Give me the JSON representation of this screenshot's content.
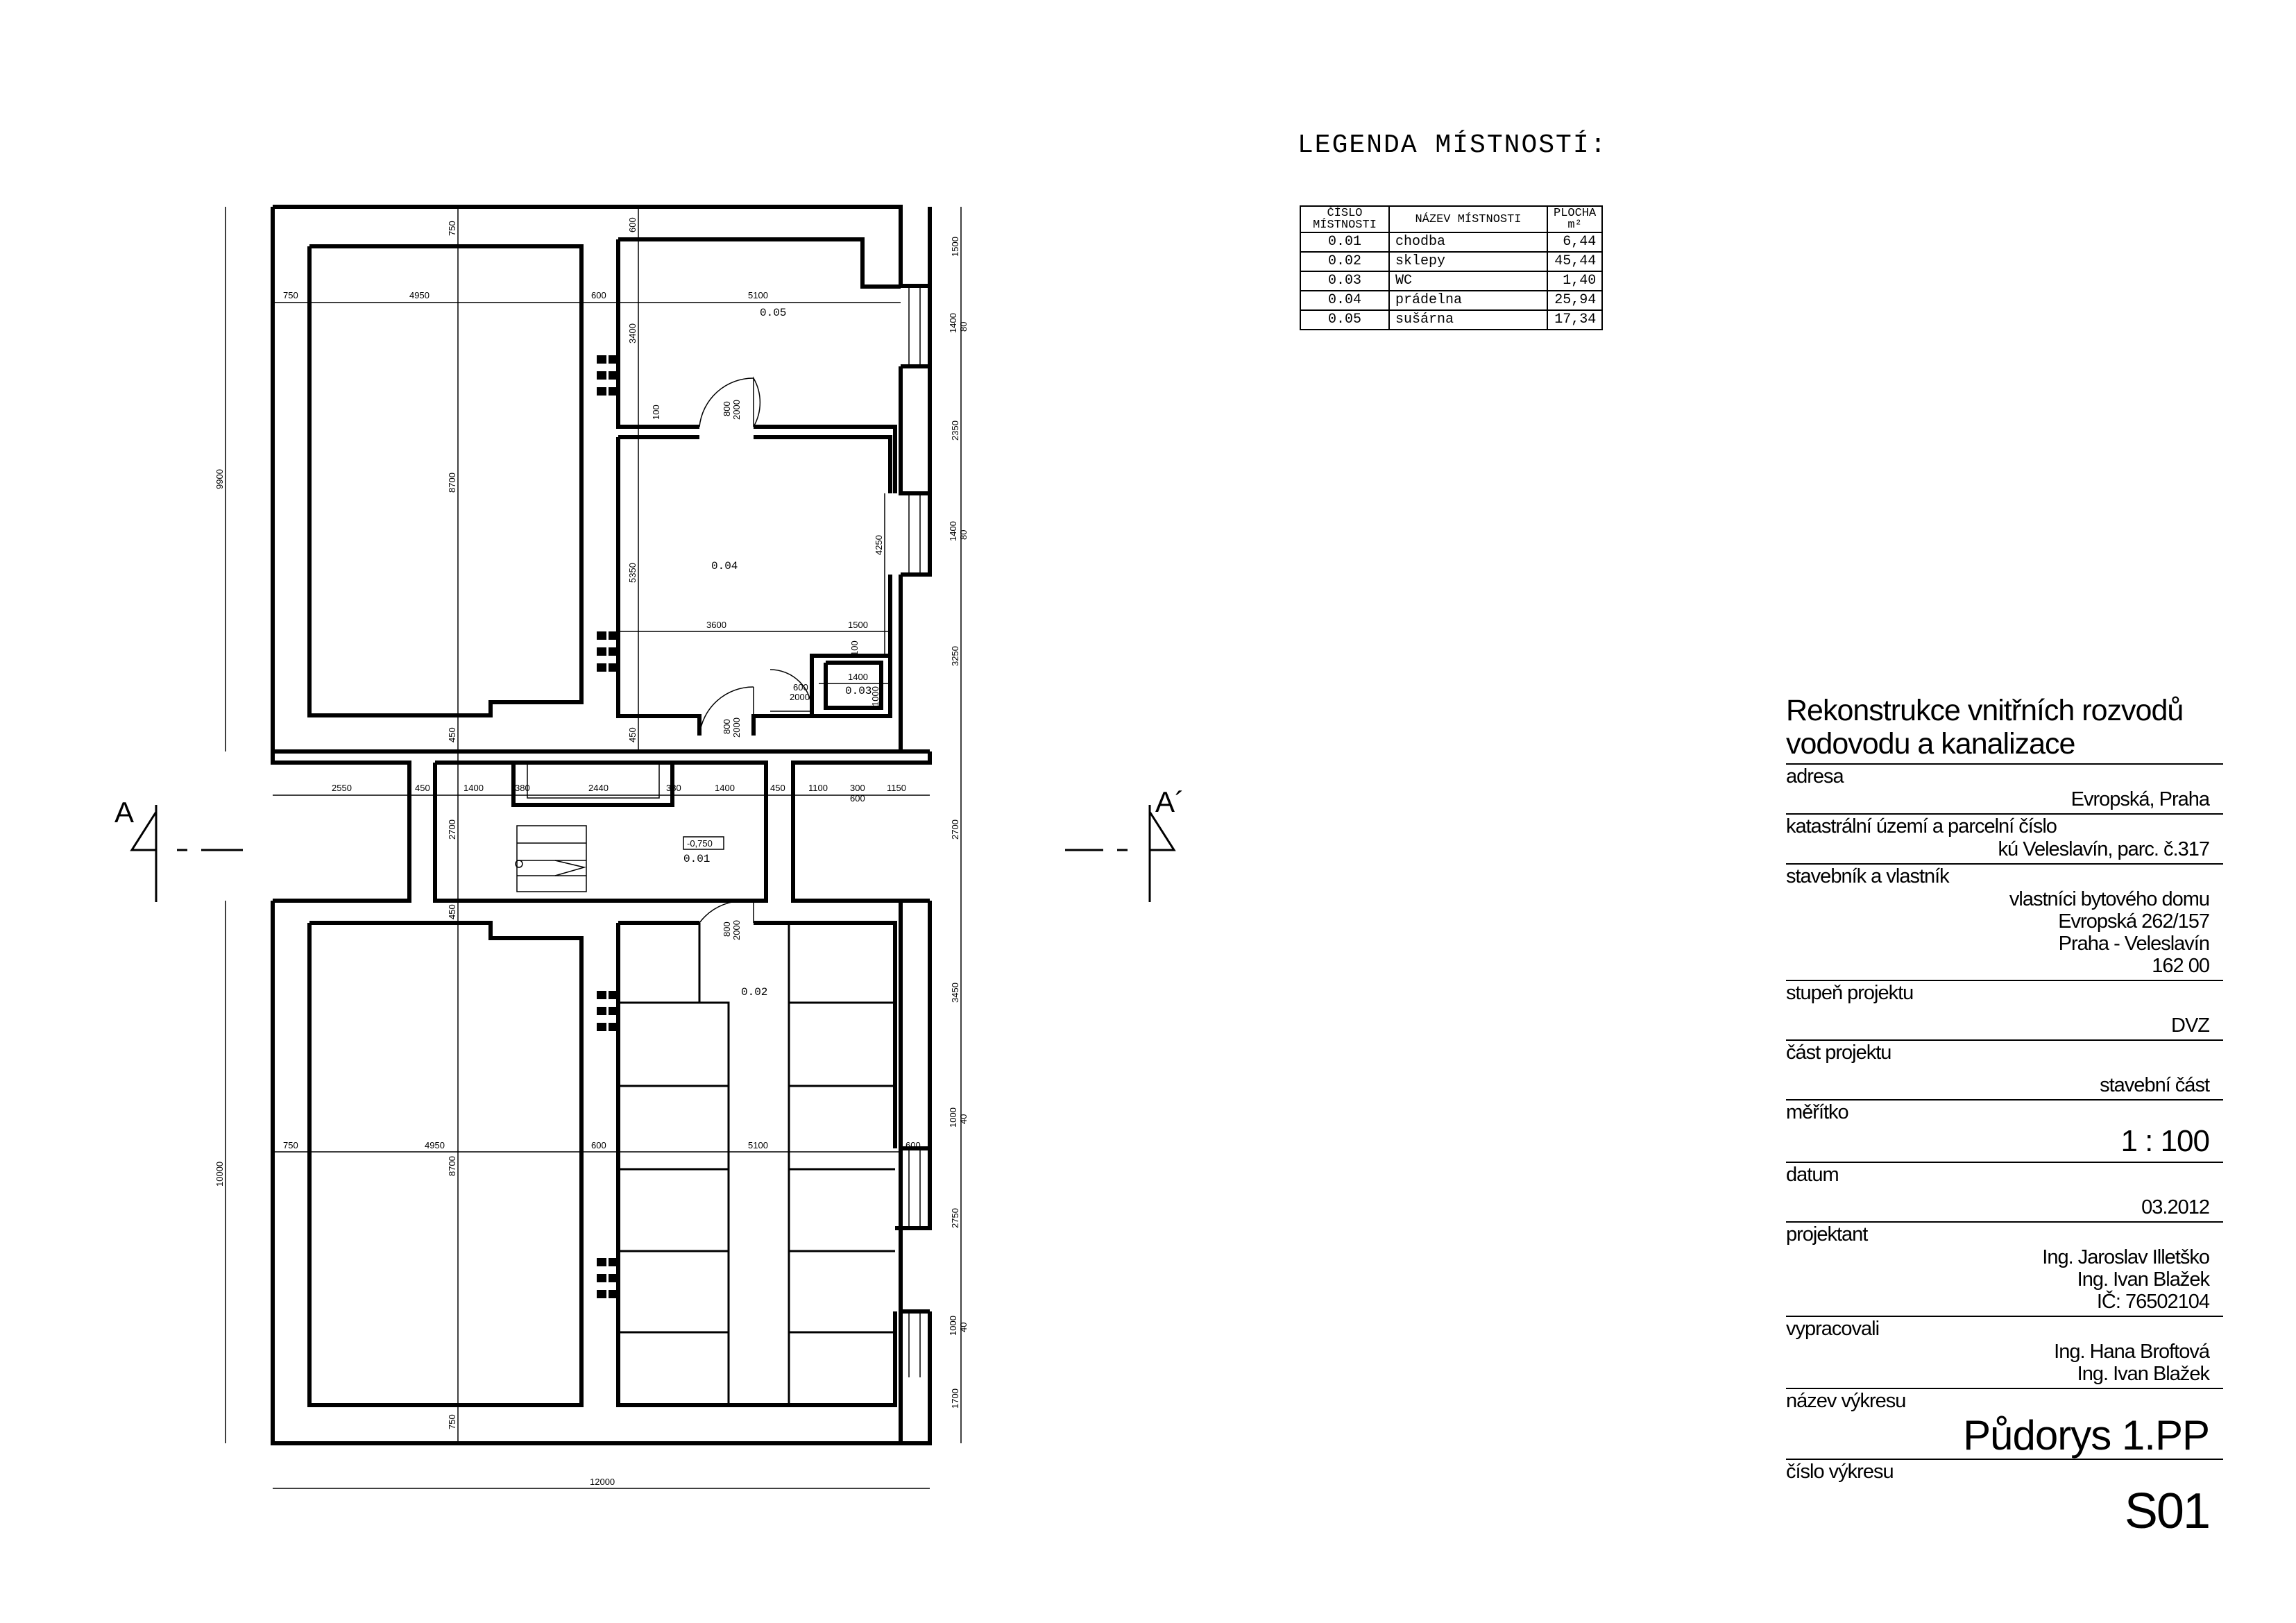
{
  "legend": {
    "title": "LEGENDA MÍSTNOSTÍ:",
    "headers": {
      "number_1": "ČÍSLO",
      "number_2": "MÍSTNOSTI",
      "name": "NÁZEV MÍSTNOSTI",
      "area": "PLOCHA",
      "area_unit": "m²"
    },
    "rows": [
      {
        "number": "0.01",
        "name": "chodba",
        "area": "6,44"
      },
      {
        "number": "0.02",
        "name": "sklepy",
        "area": "45,44"
      },
      {
        "number": "0.03",
        "name": "WC",
        "area": "1,40"
      },
      {
        "number": "0.04",
        "name": "prádelna",
        "area": "25,94"
      },
      {
        "number": "0.05",
        "name": "sušárna",
        "area": "17,34"
      }
    ]
  },
  "plan": {
    "room_labels": {
      "r005": "0.05",
      "r004": "0.04",
      "r003": "0.03",
      "r001": "0.01",
      "r002": "0.02"
    },
    "level": "-0,750",
    "section_left": "A",
    "section_right": "A´",
    "dims": {
      "top_750": "750",
      "top_600": "600",
      "top_1500": "1500",
      "h_750a": "750",
      "h_4950a": "4950",
      "h_600a": "600",
      "h_5100a": "5100",
      "v_3400": "3400",
      "v_100a": "100",
      "v_9900": "9900",
      "v_8700a": "8700",
      "v_1400a": "1400",
      "v_80a": "80",
      "v_2350": "2350",
      "v_1400b": "1400",
      "v_80b": "80",
      "v_5350": "5350",
      "v_4250": "4250",
      "v_3250": "3250",
      "h_3600": "3600",
      "h_1500": "1500",
      "h_1400": "1400",
      "v_100b": "100",
      "v_1000": "1000",
      "v_450a": "450",
      "v_450b": "450",
      "m_2550": "2550",
      "m_450a": "450",
      "m_1400a": "1400",
      "m_380a": "380",
      "m_2440": "2440",
      "m_380b": "380",
      "m_1400b": "1400",
      "m_450b": "450",
      "m_1100": "1100",
      "m_300": "300",
      "m_1150": "1150",
      "m_600": "600",
      "v_2700a": "2700",
      "v_2700b": "2700",
      "v_450c": "450",
      "v_3450": "3450",
      "v_1000a": "1000",
      "v_40a": "40",
      "h_750b": "750",
      "h_4950b": "4950",
      "h_600b": "600",
      "h_5100b": "5100",
      "h_600c": "600",
      "v_10000": "10000",
      "v_8700b": "8700",
      "v_2750": "2750",
      "v_1000b": "1000",
      "v_40b": "40",
      "v_1700": "1700",
      "bot_750": "750",
      "bot_12000": "12000"
    },
    "doors": {
      "d1_w": "800",
      "d1_h": "2000",
      "d2_w": "800",
      "d2_h": "2000",
      "d3_w": "600",
      "d3_h": "2000",
      "d4_w": "800",
      "d4_h": "2000"
    }
  },
  "title_block": {
    "title_line1": "Rekonstrukce vnitřních rozvodů",
    "title_line2": "vodovodu a kanalizace",
    "sections": [
      {
        "label": "adresa",
        "values": [
          "Evropská, Praha"
        ]
      },
      {
        "label": "katastrální území a parcelní číslo",
        "values": [
          "kú Veleslavín, parc. č.317"
        ]
      },
      {
        "label": "stavebník a vlastník",
        "values": [
          "vlastníci bytového domu",
          "Evropská 262/157",
          "Praha  - Veleslavín",
          "162 00"
        ]
      },
      {
        "label": "stupeň projektu",
        "values": [
          "DVZ"
        ]
      },
      {
        "label": "část projektu",
        "values": [
          "stavební část"
        ]
      },
      {
        "label": "měřítko",
        "values": [
          "1 : 100"
        ]
      },
      {
        "label": "datum",
        "values": [
          "03.2012"
        ]
      },
      {
        "label": "projektant",
        "values": [
          "Ing. Jaroslav Illetško",
          "Ing. Ivan Blažek",
          "IČ: 76502104"
        ]
      },
      {
        "label": "vypracovali",
        "values": [
          "Ing. Hana Broftová",
          "Ing. Ivan Blažek"
        ]
      },
      {
        "label": "název výkresu",
        "values": [
          "Půdorys 1.PP"
        ]
      },
      {
        "label": "číslo výkresu",
        "values": [
          "S01"
        ]
      }
    ]
  }
}
